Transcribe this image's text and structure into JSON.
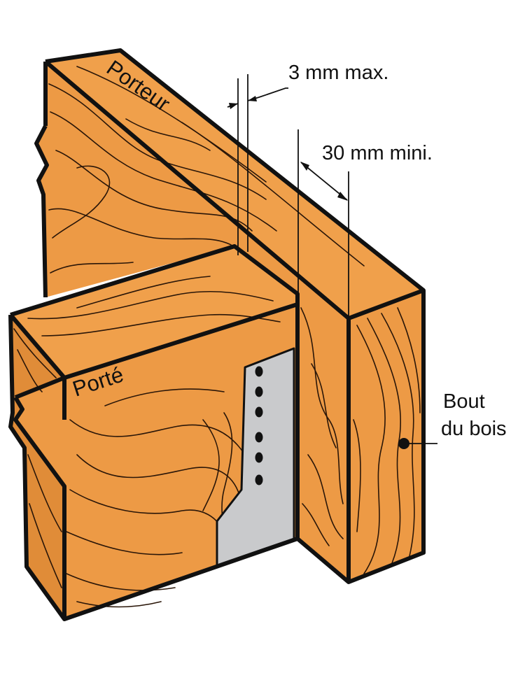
{
  "labels": {
    "porteur": "Porteur",
    "porte": "Porté",
    "gap_max": "3 mm max.",
    "distance_min": "30 mm mini.",
    "end_line1": "Bout",
    "end_line2": "du bois"
  },
  "colors": {
    "wood": "#ED9A45",
    "wood_shade": "#E08C38",
    "hanger": "#C9CACC",
    "outline": "#111111",
    "grain": "#2A1608"
  },
  "icons": {
    "hanger_holes": "nail-hole-icon"
  }
}
